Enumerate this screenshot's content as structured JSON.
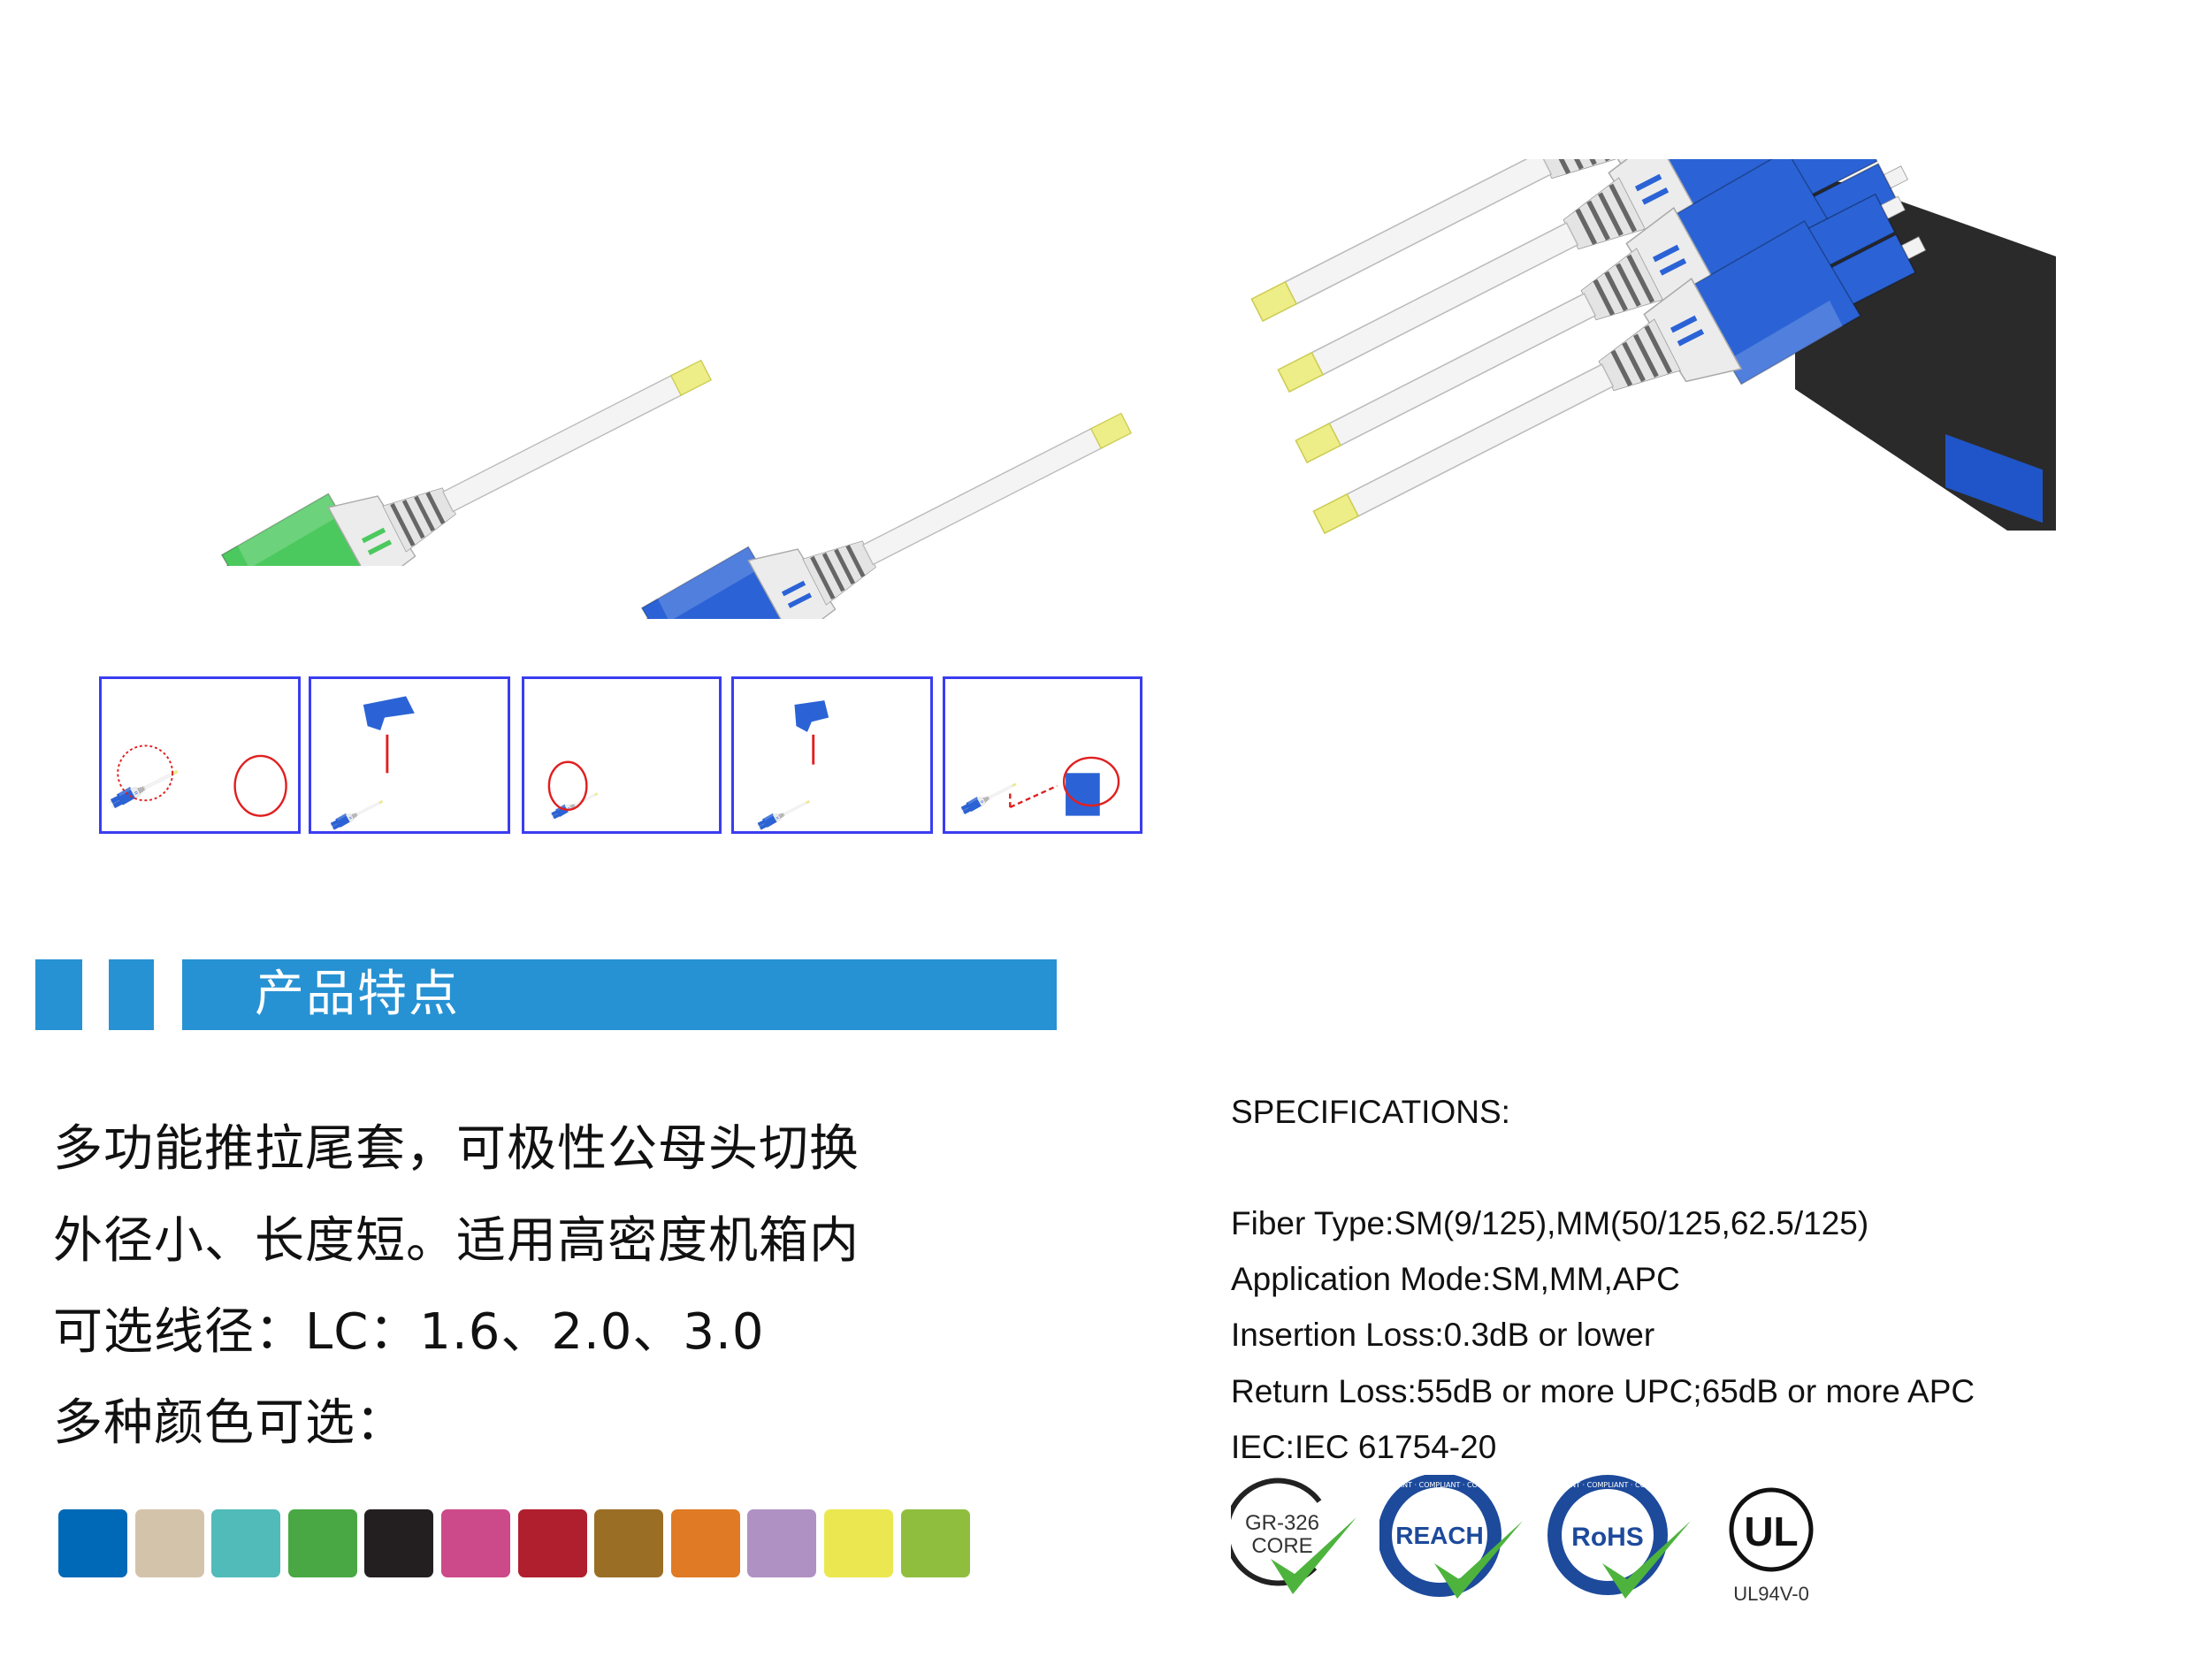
{
  "section_title": "产品特点",
  "features": [
    "多功能推拉尾套，可极性公母头切换",
    "外径小、长度短。适用高密度机箱内",
    "可选线径：LC：1.6、2.0、3.0",
    "多种颜色可选："
  ],
  "color_options": [
    "#0069b7",
    "#d4c3ab",
    "#50bbb9",
    "#49a843",
    "#231f20",
    "#cc4a89",
    "#b01f2e",
    "#9a6e25",
    "#e07a24",
    "#b091c4",
    "#ebe750",
    "#8fbe3f"
  ],
  "connector_colors": {
    "green": "#4cc95e",
    "blue": "#2b63d6",
    "cable_tip": "#eeee88"
  },
  "specifications": {
    "heading": "SPECIFICATIONS:",
    "lines": [
      "Fiber Type:SM(9/125),MM(50/125,62.5/125)",
      "Application Mode:SM,MM,APC",
      "Insertion Loss:0.3dB or lower",
      "Return Loss:55dB or more UPC;65dB or more APC",
      "IEC:IEC 61754-20"
    ]
  },
  "certifications": {
    "gr326": [
      "GR-326",
      "CORE"
    ],
    "reach": {
      "label": "REACH",
      "ring": "COMPLIANT · COMPLIANT · COMPLIANT"
    },
    "rohs": {
      "label": "RoHS",
      "ring": "COMPLIANT · COMPLIANT · COMPLIANT"
    },
    "ul": {
      "mark": "UL",
      "caption": "UL94V-0"
    }
  }
}
